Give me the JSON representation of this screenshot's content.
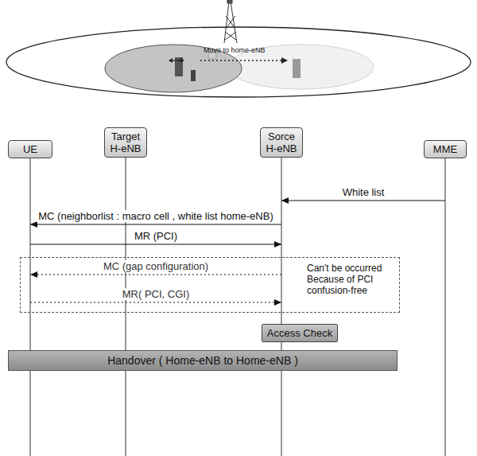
{
  "diagram": {
    "nodes": [
      {
        "text": [
          "UE"
        ]
      },
      {
        "text": [
          "Target H-eNB"
        ]
      },
      {
        "text": [
          "Sorce H-eNB"
        ]
      },
      {
        "text": [
          "MME"
        ]
      },
      {
        "text": [
          "Can't be occurred Because of PCI confusion-free"
        ]
      },
      {
        "text": [
          "Access Check"
        ]
      },
      {
        "text": [
          "Handover ( Home-eNB to Home-eNB )"
        ]
      }
    ],
    "edges": [
      {
        "from": 3,
        "to": 2,
        "arrow": "to",
        "label": "White list"
      },
      {
        "from": 2,
        "to": 0,
        "arrow": "to",
        "label": "MC (neighborlist : macro cell , white list home-eNB)"
      },
      {
        "from": 0,
        "to": 2,
        "arrow": "to",
        "label": "MR (PCI)"
      },
      {
        "from": 2,
        "to": 0,
        "arrow": "to",
        "label": "MC (gap configuration)"
      },
      {
        "from": 0,
        "to": 2,
        "arrow": "to",
        "label": "MR( PCI, CGI)"
      }
    ],
    "labels": [
      "Move to home-eNB"
    ]
  }
}
